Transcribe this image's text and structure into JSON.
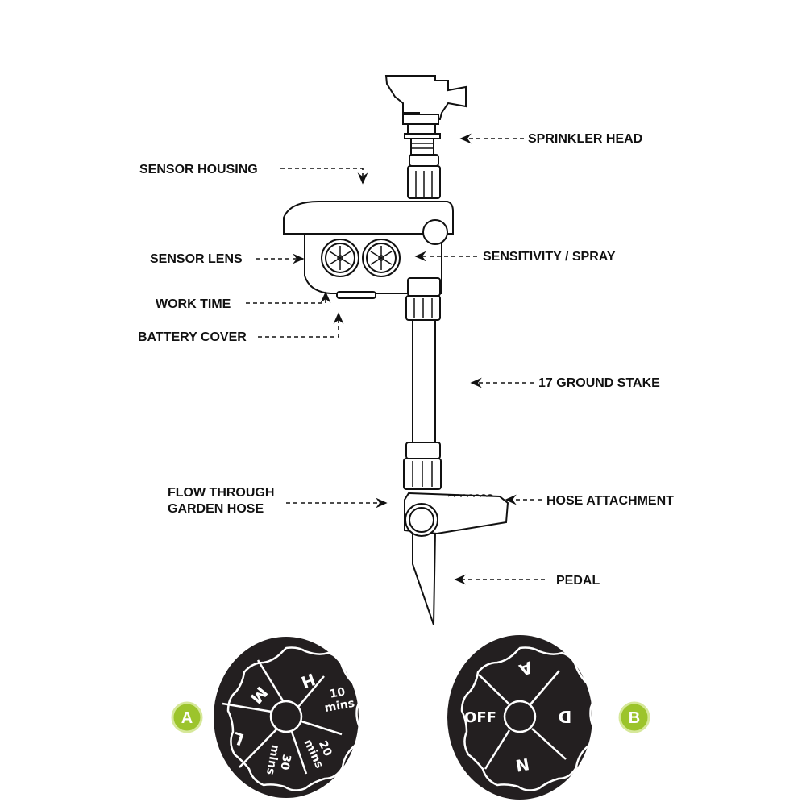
{
  "labels": {
    "sprinkler_head": "SPRINKLER HEAD",
    "sensor_housing": "SENSOR HOUSING",
    "sensor_lens": "SENSOR LENS",
    "sensitivity_spray": "SENSITIVITY / SPRAY",
    "work_time": "WORK TIME",
    "battery_cover": "BATTERY COVER",
    "ground_stake": "17 GROUND STAKE",
    "flow_through_line1": "FLOW THROUGH",
    "flow_through_line2": "GARDEN HOSE",
    "hose_attachment": "HOSE ATTACHMENT",
    "pedal": "PEDAL"
  },
  "dial_a": {
    "badge": "A",
    "segments": [
      "H",
      "10 mins",
      "20 mins",
      "30 mins",
      "L",
      "M"
    ],
    "seg_10": [
      "10",
      "mins"
    ],
    "seg_20": [
      "20",
      "mins"
    ],
    "seg_30": [
      "30",
      "mins"
    ]
  },
  "dial_b": {
    "badge": "B",
    "segments": [
      "A",
      "D",
      "N",
      "OFF"
    ]
  },
  "colors": {
    "badge_green": "#9cc42c",
    "dial": "#231f20"
  }
}
